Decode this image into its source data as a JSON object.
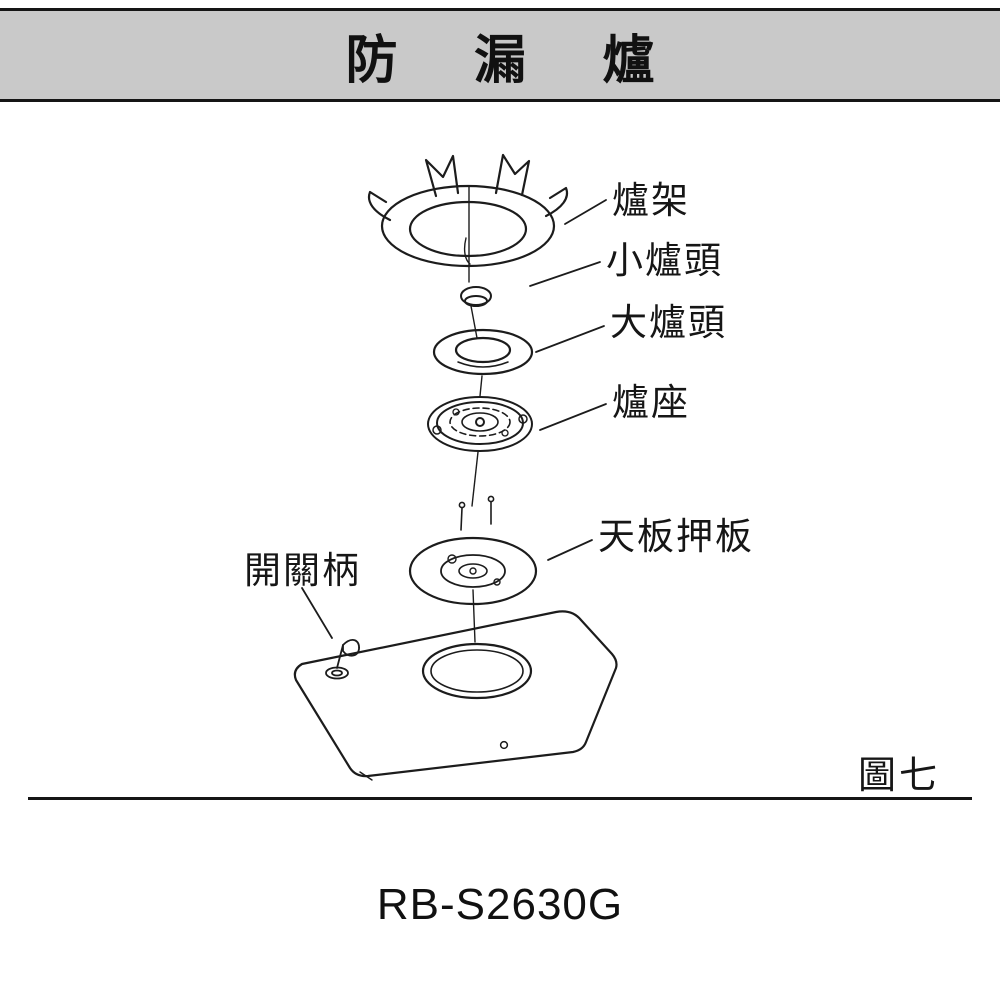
{
  "banner": {
    "title": "防 漏 爐"
  },
  "diagram": {
    "labels": {
      "grate": "爐架",
      "small_burner_head": "小爐頭",
      "large_burner_head": "大爐頭",
      "burner_base": "爐座",
      "top_plate_press_plate": "天板押板",
      "switch_handle": "開關柄"
    },
    "figure_caption": "圖七"
  },
  "model_number": "RB-S2630G",
  "colors": {
    "banner_background": "#c9c9c9",
    "line": "#1a1a1a",
    "page_background": "#ffffff"
  }
}
